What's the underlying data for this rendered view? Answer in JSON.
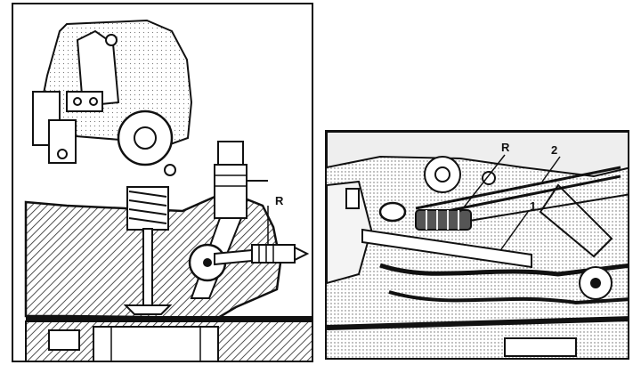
{
  "figures": {
    "left": {
      "callouts": {
        "r": "R"
      }
    },
    "right": {
      "callouts": {
        "r": "R",
        "two": "2",
        "one": "1"
      }
    }
  }
}
